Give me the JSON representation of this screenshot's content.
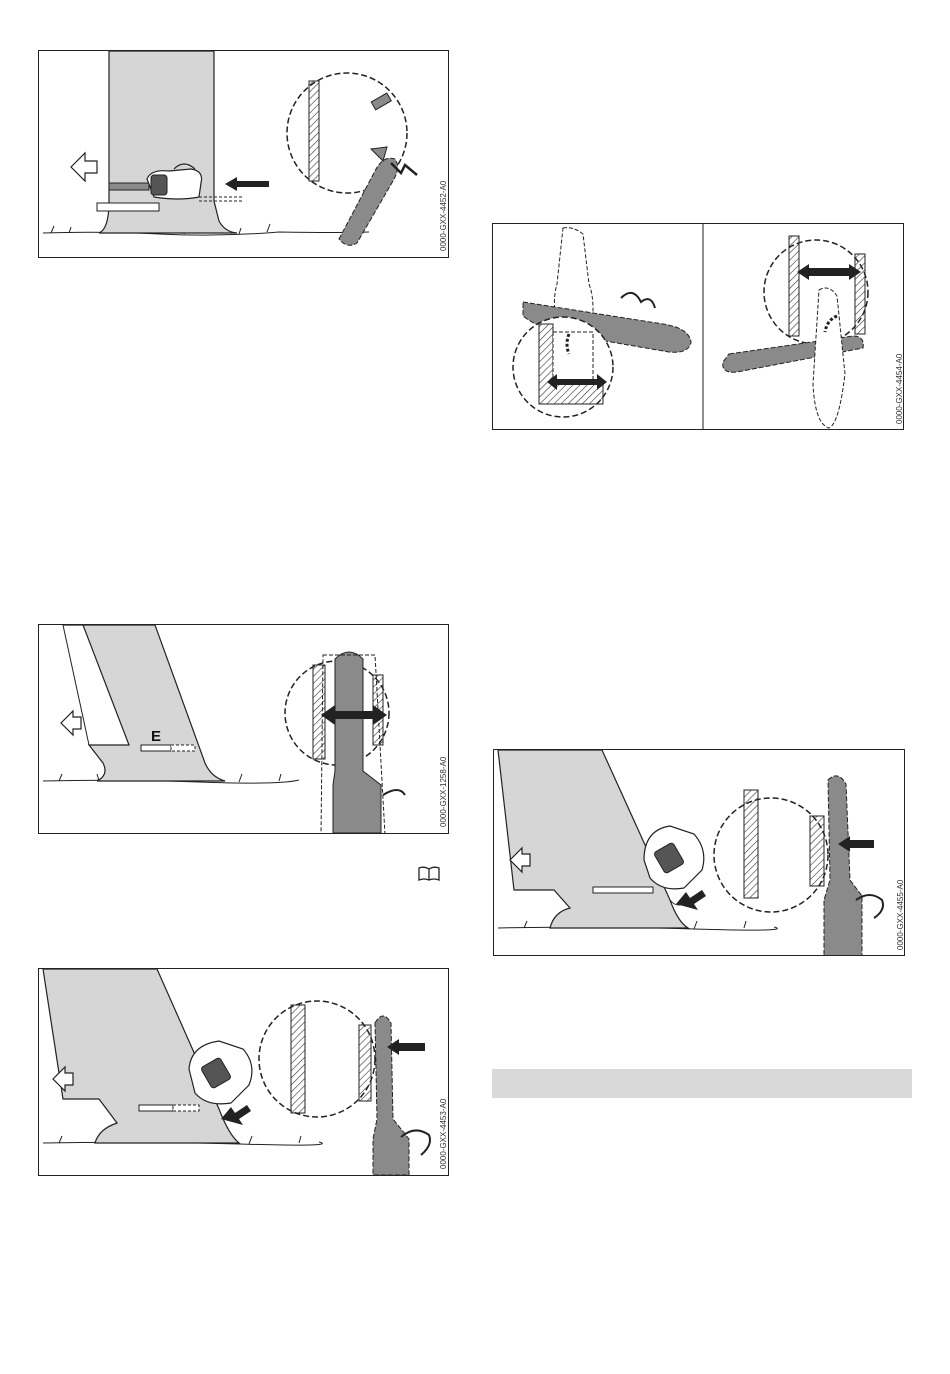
{
  "figures": [
    {
      "id": "fig1",
      "code": "0000-GXX-4452-A0"
    },
    {
      "id": "fig2",
      "code": "0000-GXX-4454-A0"
    },
    {
      "id": "fig3",
      "code": "0000-GXX-1258-A0",
      "label": "E"
    },
    {
      "id": "fig4",
      "code": "0000-GXX-4455-A0"
    },
    {
      "id": "fig5",
      "code": "0000-GXX-4453-A0"
    }
  ],
  "icons": {
    "manual": "open-book-icon"
  },
  "colors": {
    "trunk": "#d6d6d6",
    "saw": "#8a8a8a",
    "section_bar": "#d9d9d9",
    "line": "#222222"
  }
}
